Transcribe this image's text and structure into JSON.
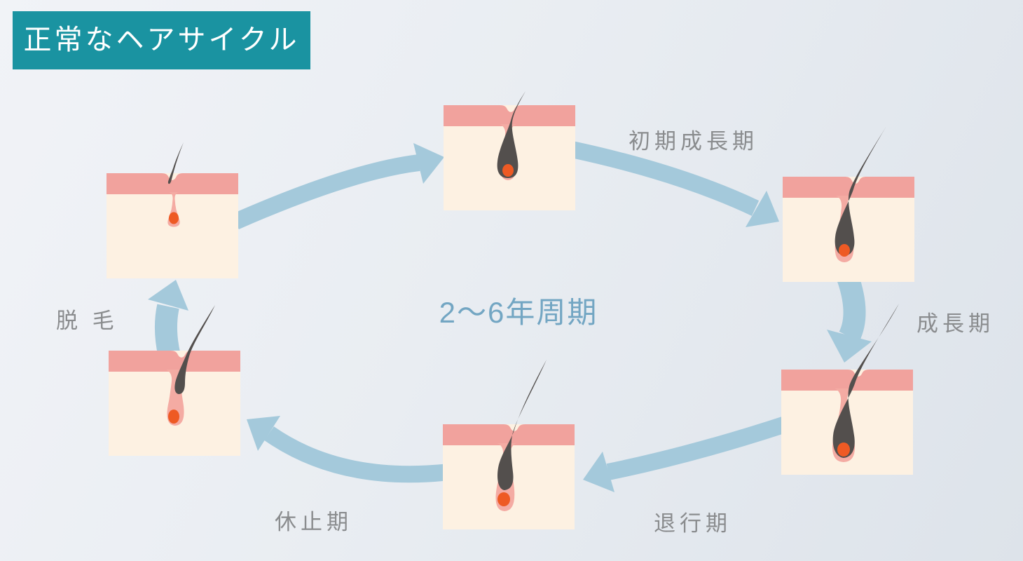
{
  "title": "正常なヘアサイクル",
  "center_label": "2〜6年周期",
  "stage_labels": {
    "early_growth": "初期成長期",
    "growth": "成長期",
    "regression": "退行期",
    "resting": "休止期",
    "shedding": "脱 毛"
  },
  "colors": {
    "title_bg": "#1a93a1",
    "title_text": "#ffffff",
    "arrow": "#a4c9db",
    "center_text": "#73a6c3",
    "label_text": "#8a8c8e",
    "cream": "#fdf1e2",
    "skin_pink": "#f1a29d",
    "sheath": "#f4aba3",
    "papilla": "#ee5a24",
    "hair": "#534f4d",
    "bg_start": "#f1f3f7",
    "bg_end": "#dde3ea"
  }
}
